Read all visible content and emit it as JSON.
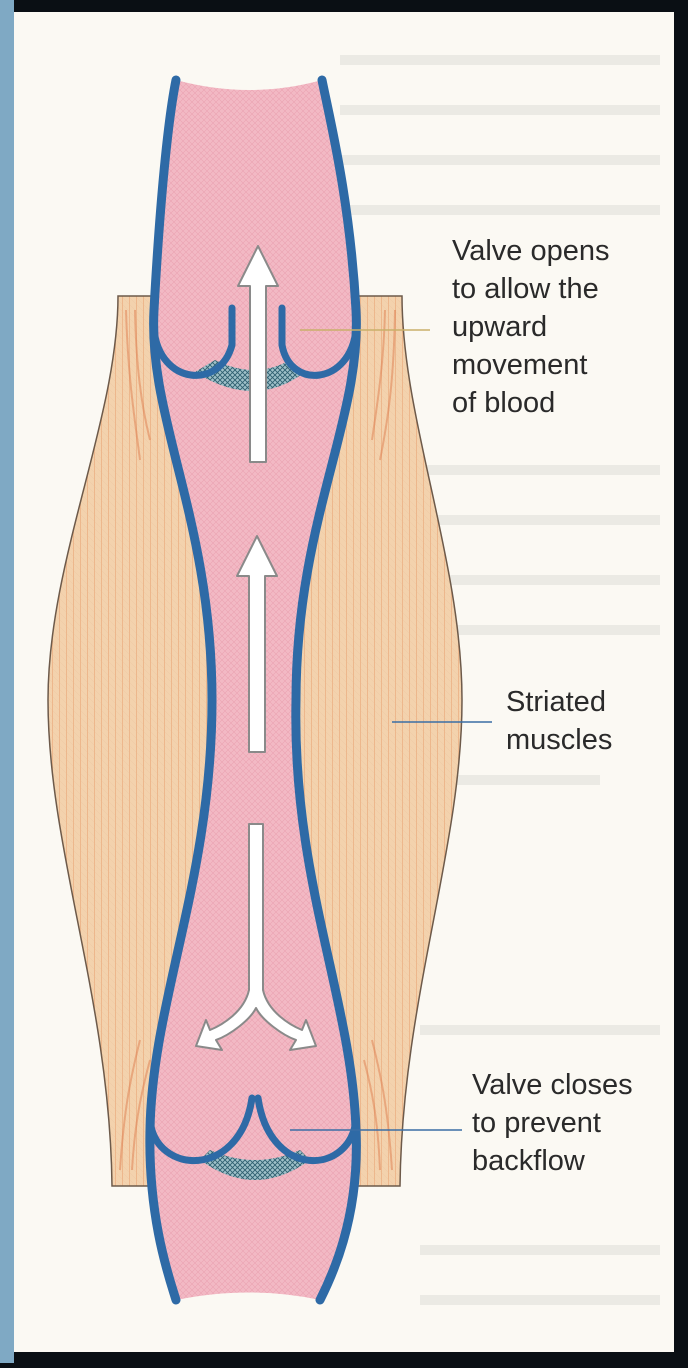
{
  "diagram": {
    "labels": {
      "valve_opens": "Valve opens\nto allow the\nupward\nmovement\nof blood",
      "striated_muscles": "Striated\nmuscles",
      "valve_closes": "Valve closes\nto prevent\nbackflow"
    },
    "colors": {
      "page_background": "#fbf9f3",
      "outer_frame": "#0a0f14",
      "left_sky_strip": "#7fa9c4",
      "vein_fill": "#f2b9c4",
      "vein_wall": "#2e6aa6",
      "muscle_fill": "#f3d2ad",
      "muscle_striation": "#e59a6a",
      "valve_mesh": "#3e6d7f",
      "arrow_fill": "#ffffff",
      "arrow_stroke": "#8a8a8a",
      "leader_line": "#3a6ea5",
      "text": "#2a2a2a"
    }
  }
}
